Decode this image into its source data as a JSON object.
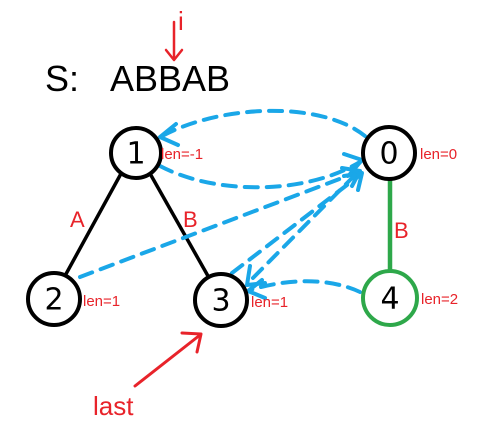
{
  "string_label": {
    "prefix": "S:",
    "value": "ABBAB"
  },
  "pointer_i": {
    "label": "i"
  },
  "pointer_last": {
    "label": "last"
  },
  "nodes": [
    {
      "id": "1",
      "label": "1",
      "len": "len=-1"
    },
    {
      "id": "0",
      "label": "0",
      "len": "len=0"
    },
    {
      "id": "2",
      "label": "2",
      "len": "len=1"
    },
    {
      "id": "3",
      "label": "3",
      "len": "len=1"
    },
    {
      "id": "4",
      "label": "4",
      "len": "len=2"
    }
  ],
  "edges": [
    {
      "from": "1",
      "to": "2",
      "label": "A"
    },
    {
      "from": "1",
      "to": "3",
      "label": "B"
    },
    {
      "from": "0",
      "to": "4",
      "label": "B"
    }
  ],
  "colors": {
    "node_stroke": "#000000",
    "highlight_node_stroke": "#2ea84a",
    "label_red": "#e8232a",
    "suffix_link": "#1aa7e8",
    "pointer_arrow": "#e8232a"
  }
}
